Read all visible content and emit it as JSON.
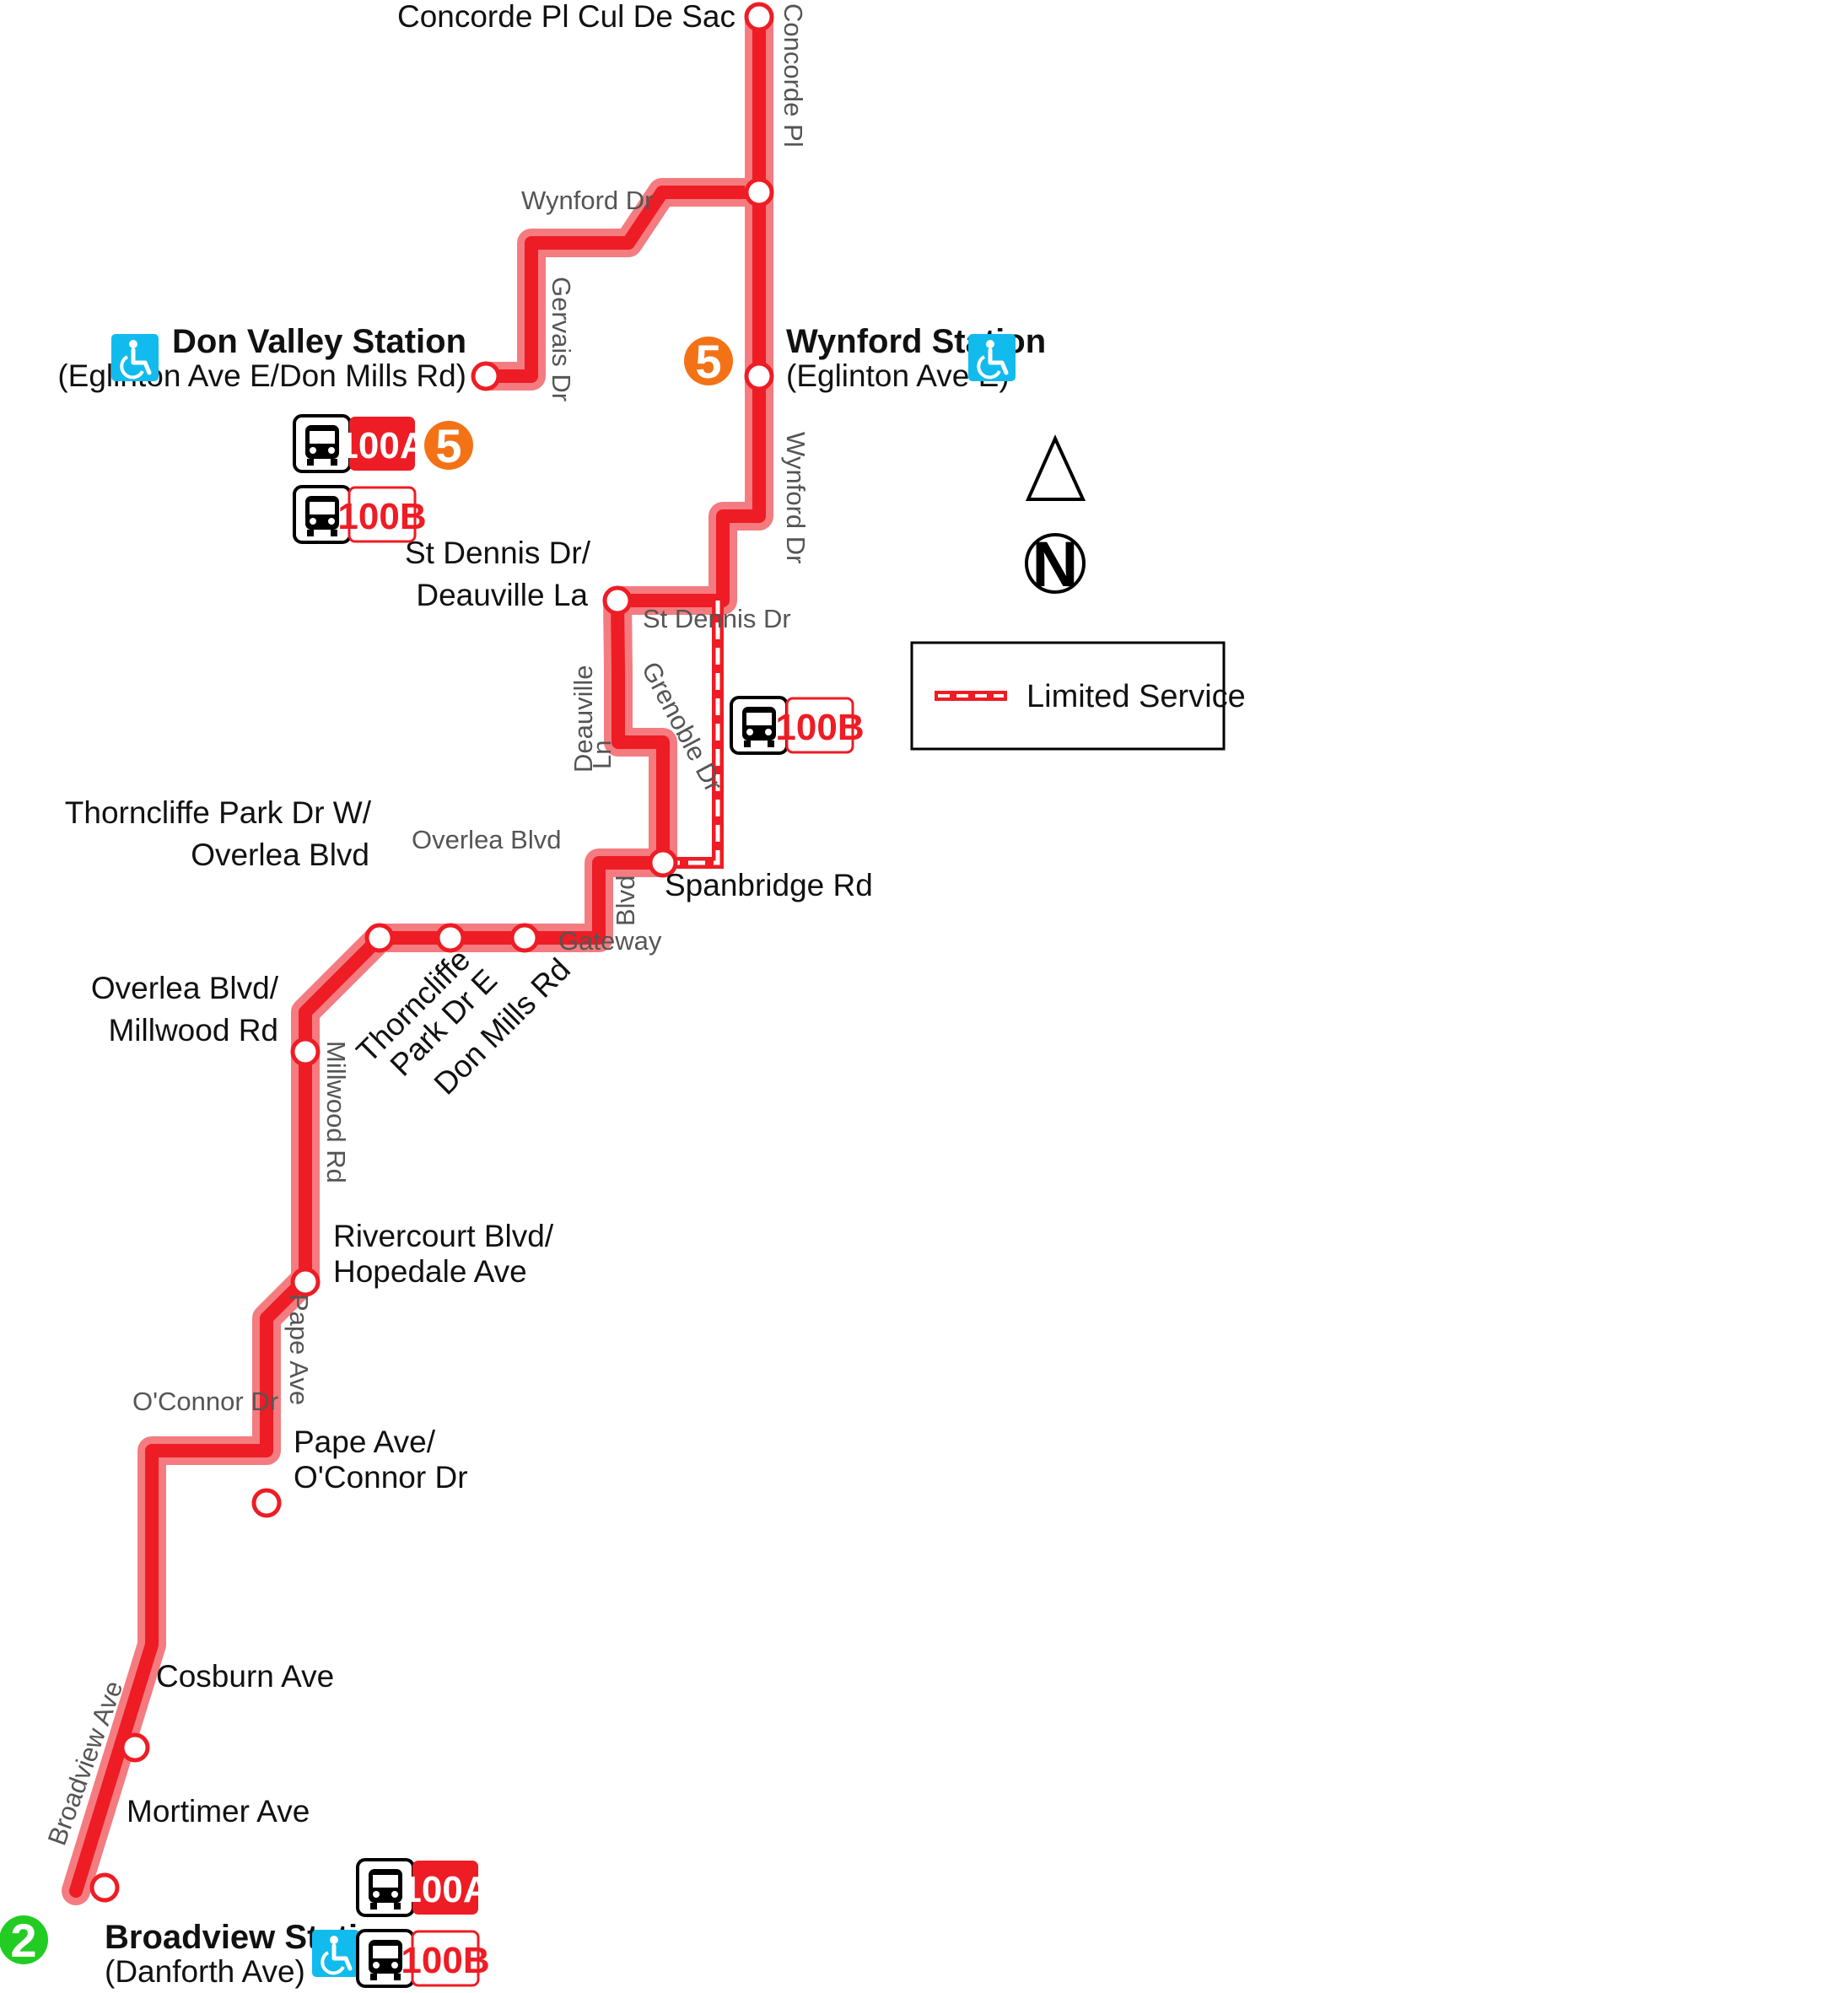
{
  "colors": {
    "route": "#ee1c24",
    "route_casing": "#f47c80",
    "line2": "#22cc22",
    "line5": "#f47216",
    "accessible": "#11bbee",
    "street_label": "#555555"
  },
  "stops": {
    "concorde": "Concorde Pl Cul De Sac",
    "don_valley_name": "Don Valley Station",
    "don_valley_sub": "(Eglinton Ave E/Don Mills Rd)",
    "wynford_name": "Wynford Station",
    "wynford_sub": "(Eglinton Ave E)",
    "st_dennis_1": "St Dennis Dr/",
    "st_dennis_2": "Deauville La",
    "spanbridge": "Spanbridge Rd",
    "thorncliffe_w_1": "Thorncliffe Park Dr W/",
    "thorncliffe_w_2": "Overlea Blvd",
    "thorncliffe_e_1": "Thorncliffe",
    "thorncliffe_e_2": "Park Dr E",
    "don_mills": "Don Mills Rd",
    "overlea_millwood_1": "Overlea Blvd/",
    "overlea_millwood_2": "Millwood Rd",
    "rivercourt_1": "Rivercourt Blvd/",
    "rivercourt_2": "Hopedale Ave",
    "pape_1": "Pape Ave/",
    "pape_2": "O'Connor Dr",
    "cosburn": "Cosburn Ave",
    "mortimer": "Mortimer Ave",
    "broadview_name": "Broadview Station",
    "broadview_sub": "(Danforth Ave)"
  },
  "streets": {
    "concorde_pl": "Concorde Pl",
    "wynford_dr_top": "Wynford Dr",
    "gervais_dr": "Gervais Dr",
    "wynford_dr_right": "Wynford Dr",
    "st_dennis_dr": "St Dennis Dr",
    "deauville_1": "Deauville",
    "deauville_2": "Ln",
    "grenoble_dr": "Grenoble Dr",
    "overlea_blvd": "Overlea Blvd",
    "gateway": "Gateway",
    "gateway_blvd": "Blvd",
    "millwood_rd": "Millwood Rd",
    "pape_ave": "Pape Ave",
    "oconnor_dr": "O'Connor Dr",
    "broadview_ave": "Broadview Ave"
  },
  "routes": {
    "r100a": "100A",
    "r100b": "100B"
  },
  "connections": {
    "line5": "5",
    "line2": "2"
  },
  "icons": {
    "accessible": "wheelchair-icon",
    "bus": "bus-icon",
    "north": "north-arrow-icon"
  },
  "north": "N",
  "legend": {
    "limited_service": "Limited Service"
  }
}
